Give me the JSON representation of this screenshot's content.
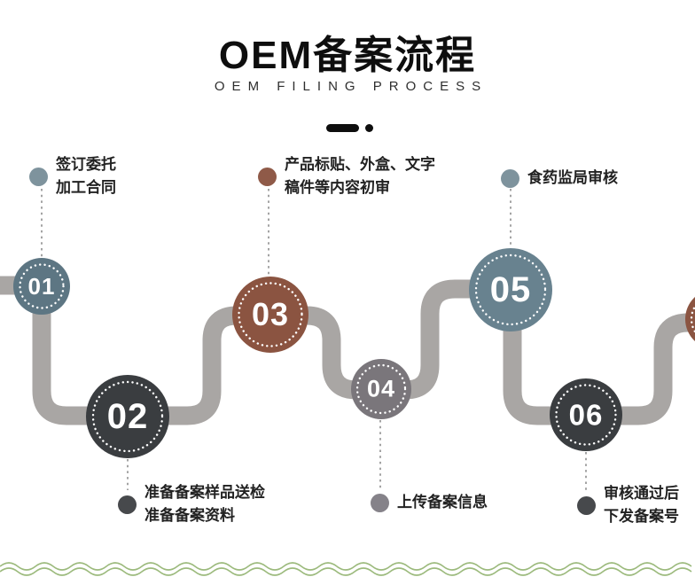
{
  "header": {
    "title": "OEM备案流程",
    "subtitle": "OEM FILING PROCESS"
  },
  "steps": [
    {
      "number": "01",
      "label_position": "top",
      "label_lines": [
        "签订委托",
        "加工合同"
      ],
      "circle_color": "#5d7683",
      "marker_color": "#7e939d"
    },
    {
      "number": "02",
      "label_position": "bottom",
      "label_lines": [
        "准备备案样品送检",
        "准备备案资料"
      ],
      "circle_color": "#3a3d40",
      "marker_color": "#47494c"
    },
    {
      "number": "03",
      "label_position": "top",
      "label_lines": [
        "产品标贴、外盒、文字",
        "稿件等内容初审"
      ],
      "circle_color": "#8b5441",
      "marker_color": "#8f5a48"
    },
    {
      "number": "04",
      "label_position": "bottom",
      "label_lines": [
        "上传备案信息"
      ],
      "circle_color": "#7a767b",
      "marker_color": "#858289"
    },
    {
      "number": "05",
      "label_position": "top",
      "label_lines": [
        "食药监局审核"
      ],
      "circle_color": "#68828f",
      "marker_color": "#7e939d"
    },
    {
      "number": "06",
      "label_position": "bottom",
      "label_lines": [
        "审核通过后",
        "下发备案号"
      ],
      "circle_color": "#3a3d40",
      "marker_color": "#47494c"
    }
  ],
  "partial_next_step": {
    "circle_color": "#8b5441"
  },
  "colors": {
    "flow_path": "#a9a6a4",
    "connector": "#a3a3a3",
    "ring_dots": "#ffffff",
    "wave_border": "#9cba7d",
    "title_text": "#0e0e0e"
  }
}
